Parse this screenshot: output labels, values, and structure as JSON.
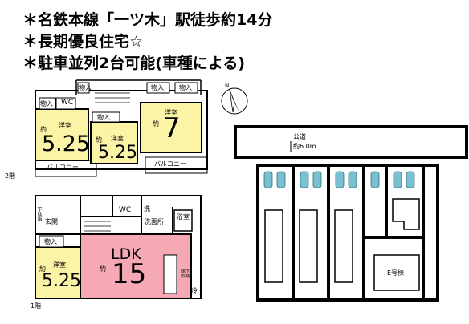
{
  "headlines": [
    "＊名鉄本線「一ツ木」駅徒歩約14分",
    "＊長期優良住宅☆",
    "＊駐車並列2台可能(車種による)"
  ],
  "floor2": {
    "label": "2階",
    "rooms": [
      {
        "name": "洋室",
        "prefix": "約",
        "size": "5.25"
      },
      {
        "name": "洋室",
        "prefix": "約",
        "size": "5.25"
      },
      {
        "name": "洋室",
        "prefix": "約",
        "size": "7"
      }
    ],
    "storage": [
      "物入",
      "物入",
      "物入",
      "物入",
      "物入"
    ],
    "wc": "WC",
    "balcony_left": "バルコニー",
    "balcony_right": "バルコニー"
  },
  "floor1": {
    "label": "1階",
    "ldk": {
      "name": "LDK",
      "prefix": "約",
      "size": "15"
    },
    "room": {
      "name": "洋室",
      "prefix": "約",
      "size": "5.25"
    },
    "storage": "物入",
    "entrance": "玄関",
    "shoebox": "下駄箱",
    "wc": "WC",
    "wash": "洗",
    "washroom": "洗面所",
    "bath": "浴室",
    "fridge": "冷",
    "under_stairs": "床下収納"
  },
  "site": {
    "road": "公道",
    "road_width": "約6.0m",
    "lot_label": "E号棟",
    "north": "N"
  },
  "colors": {
    "room_fill": "#fbf3a6",
    "ldk_fill": "#f4a9b5",
    "car_fill": "#79c0d0",
    "bath_fill": "#ffffff"
  }
}
